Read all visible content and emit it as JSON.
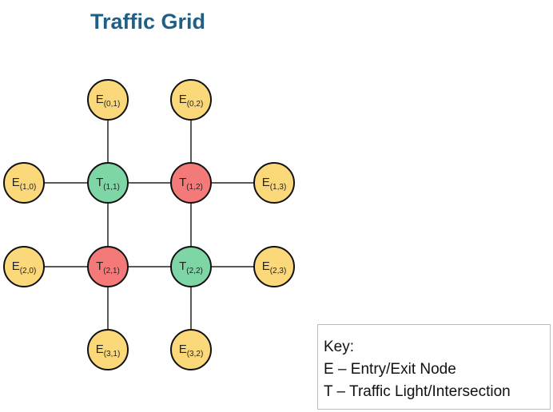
{
  "title": "Traffic Grid",
  "colors": {
    "entry_exit_node": "#fbd97a",
    "traffic_light_green": "#7ed6a6",
    "traffic_light_red": "#f47a7a",
    "edge": "#222222",
    "title": "#1f5f86"
  },
  "nodes": [
    {
      "id": "E01",
      "letter": "E",
      "index": "(0,1)",
      "kind": "entry_exit"
    },
    {
      "id": "E02",
      "letter": "E",
      "index": "(0,2)",
      "kind": "entry_exit"
    },
    {
      "id": "E10",
      "letter": "E",
      "index": "(1,0)",
      "kind": "entry_exit"
    },
    {
      "id": "T11",
      "letter": "T",
      "index": "(1,1)",
      "kind": "light_green"
    },
    {
      "id": "T12",
      "letter": "T",
      "index": "(1,2)",
      "kind": "light_red"
    },
    {
      "id": "E13",
      "letter": "E",
      "index": "(1,3)",
      "kind": "entry_exit"
    },
    {
      "id": "E20",
      "letter": "E",
      "index": "(2,0)",
      "kind": "entry_exit"
    },
    {
      "id": "T21",
      "letter": "T",
      "index": "(2,1)",
      "kind": "light_red"
    },
    {
      "id": "T22",
      "letter": "T",
      "index": "(2,2)",
      "kind": "light_green"
    },
    {
      "id": "E23",
      "letter": "E",
      "index": "(2,3)",
      "kind": "entry_exit"
    },
    {
      "id": "E31",
      "letter": "E",
      "index": "(3,1)",
      "kind": "entry_exit"
    },
    {
      "id": "E32",
      "letter": "E",
      "index": "(3,2)",
      "kind": "entry_exit"
    }
  ],
  "edges": [
    [
      "E01",
      "T11"
    ],
    [
      "E02",
      "T12"
    ],
    [
      "E10",
      "T11"
    ],
    [
      "T11",
      "T12"
    ],
    [
      "T12",
      "E13"
    ],
    [
      "T11",
      "T21"
    ],
    [
      "T12",
      "T22"
    ],
    [
      "E20",
      "T21"
    ],
    [
      "T21",
      "T22"
    ],
    [
      "T22",
      "E23"
    ],
    [
      "T21",
      "E31"
    ],
    [
      "T22",
      "E32"
    ]
  ],
  "legend": {
    "heading": "Key:",
    "items": [
      "E – Entry/Exit Node",
      "T – Traffic Light/Intersection"
    ]
  }
}
